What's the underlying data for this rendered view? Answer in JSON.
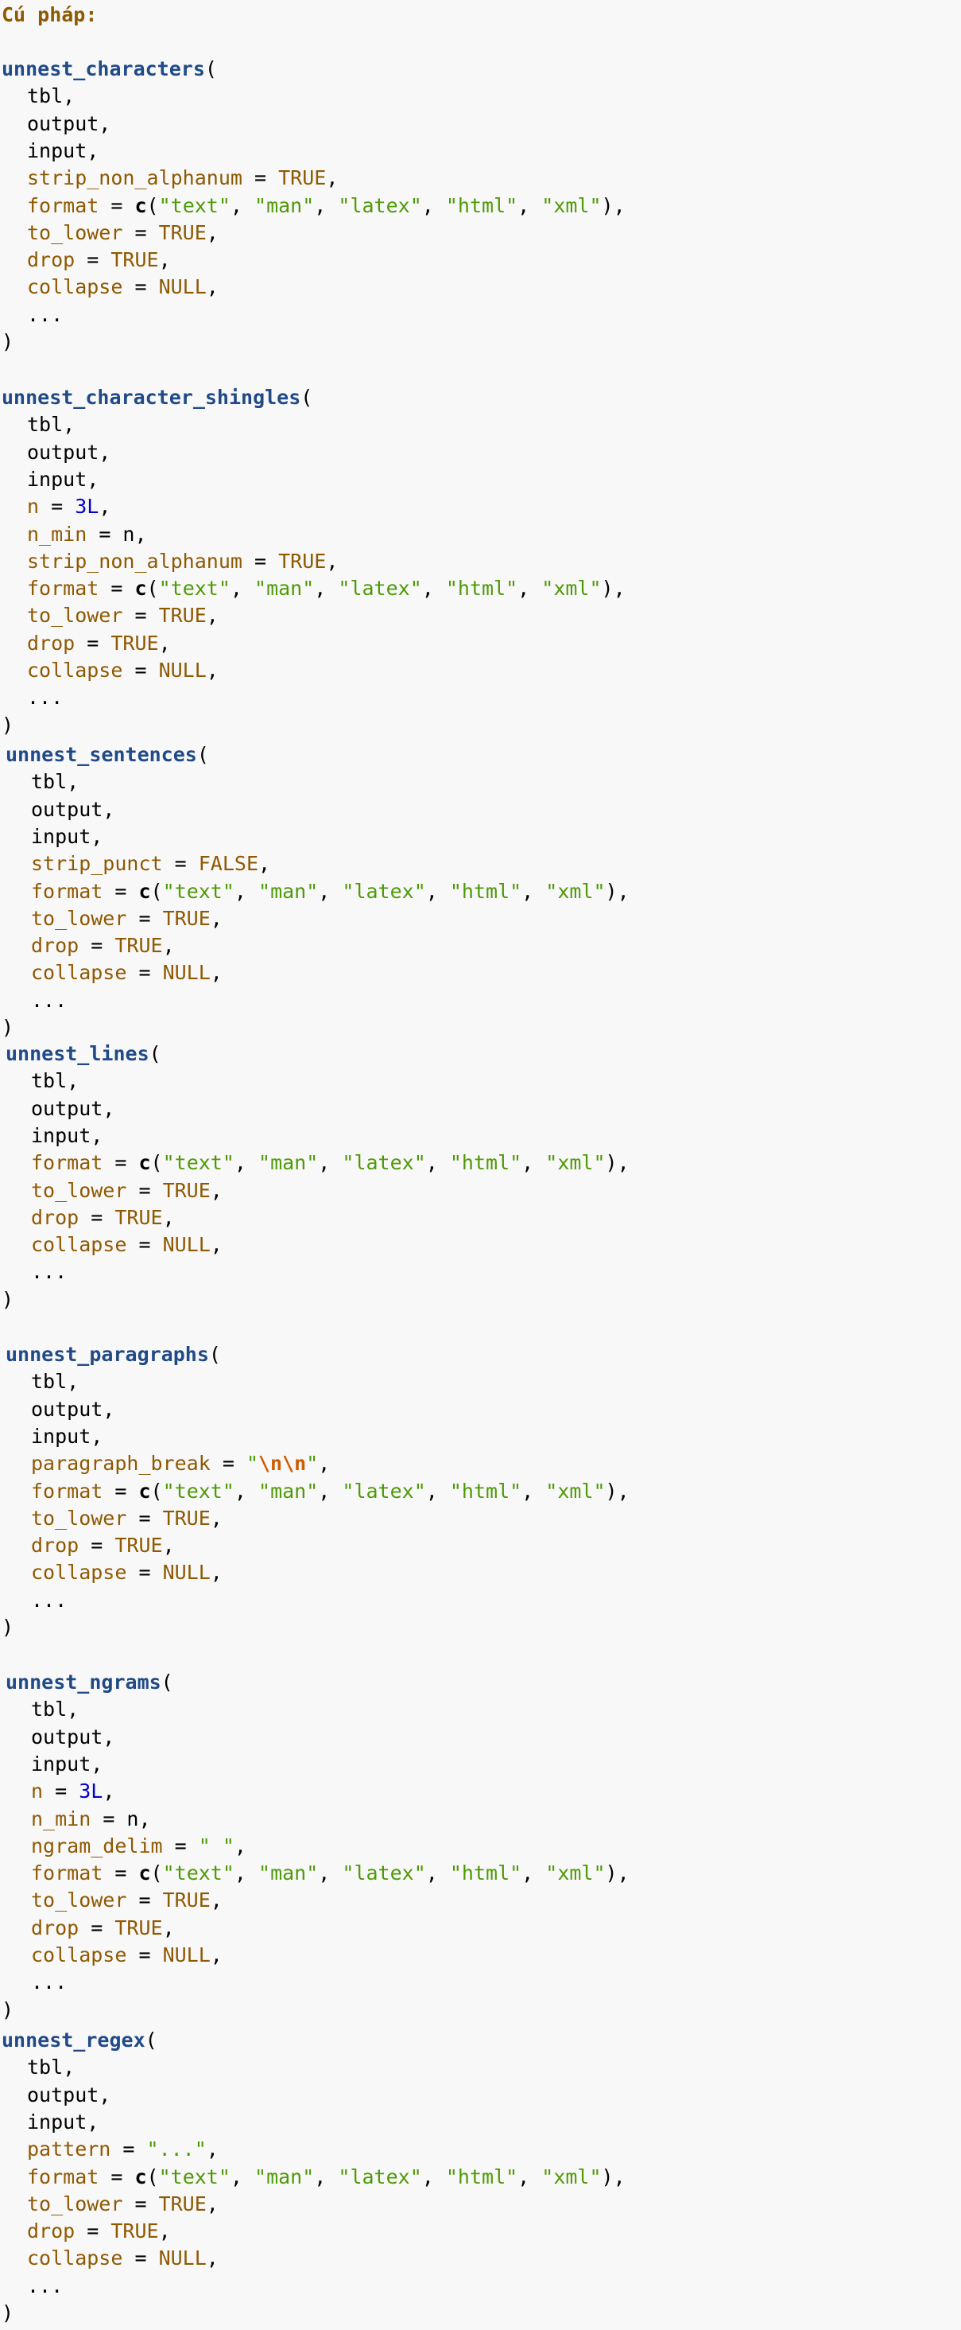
{
  "title": "Cú pháp:",
  "colors": {
    "background": "#f8f8f8",
    "function": "#204a87",
    "argument": "#8f5902",
    "constant": "#8f5902",
    "number": "#0000cf",
    "string": "#4e9a06",
    "escape": "#ce5c00"
  },
  "blocks": [
    {
      "indent": 0,
      "name": "unnest_characters",
      "lines": [
        [
          [
            "plain",
            "tbl,"
          ]
        ],
        [
          [
            "plain",
            "output,"
          ]
        ],
        [
          [
            "plain",
            "input,"
          ]
        ],
        [
          [
            "arg",
            "strip_non_alphanum"
          ],
          [
            "plain",
            " = "
          ],
          [
            "const",
            "TRUE"
          ],
          [
            "plain",
            ","
          ]
        ],
        [
          [
            "arg",
            "format"
          ],
          [
            "plain",
            " = "
          ],
          [
            "c",
            "c"
          ],
          [
            "plain",
            "("
          ],
          [
            "str",
            "\"text\""
          ],
          [
            "plain",
            ", "
          ],
          [
            "str",
            "\"man\""
          ],
          [
            "plain",
            ", "
          ],
          [
            "str",
            "\"latex\""
          ],
          [
            "plain",
            ", "
          ],
          [
            "str",
            "\"html\""
          ],
          [
            "plain",
            ", "
          ],
          [
            "str",
            "\"xml\""
          ],
          [
            "plain",
            "),"
          ]
        ],
        [
          [
            "arg",
            "to_lower"
          ],
          [
            "plain",
            " = "
          ],
          [
            "const",
            "TRUE"
          ],
          [
            "plain",
            ","
          ]
        ],
        [
          [
            "arg",
            "drop"
          ],
          [
            "plain",
            " = "
          ],
          [
            "const",
            "TRUE"
          ],
          [
            "plain",
            ","
          ]
        ],
        [
          [
            "arg",
            "collapse"
          ],
          [
            "plain",
            " = "
          ],
          [
            "const",
            "NULL"
          ],
          [
            "plain",
            ","
          ]
        ],
        [
          [
            "plain",
            "..."
          ]
        ]
      ]
    },
    {
      "indent": 0,
      "name": "unnest_character_shingles",
      "lines": [
        [
          [
            "plain",
            "tbl,"
          ]
        ],
        [
          [
            "plain",
            "output,"
          ]
        ],
        [
          [
            "plain",
            "input,"
          ]
        ],
        [
          [
            "arg",
            "n"
          ],
          [
            "plain",
            " = "
          ],
          [
            "num",
            "3L"
          ],
          [
            "plain",
            ","
          ]
        ],
        [
          [
            "arg",
            "n_min"
          ],
          [
            "plain",
            " = n,"
          ]
        ],
        [
          [
            "arg",
            "strip_non_alphanum"
          ],
          [
            "plain",
            " = "
          ],
          [
            "const",
            "TRUE"
          ],
          [
            "plain",
            ","
          ]
        ],
        [
          [
            "arg",
            "format"
          ],
          [
            "plain",
            " = "
          ],
          [
            "c",
            "c"
          ],
          [
            "plain",
            "("
          ],
          [
            "str",
            "\"text\""
          ],
          [
            "plain",
            ", "
          ],
          [
            "str",
            "\"man\""
          ],
          [
            "plain",
            ", "
          ],
          [
            "str",
            "\"latex\""
          ],
          [
            "plain",
            ", "
          ],
          [
            "str",
            "\"html\""
          ],
          [
            "plain",
            ", "
          ],
          [
            "str",
            "\"xml\""
          ],
          [
            "plain",
            "),"
          ]
        ],
        [
          [
            "arg",
            "to_lower"
          ],
          [
            "plain",
            " = "
          ],
          [
            "const",
            "TRUE"
          ],
          [
            "plain",
            ","
          ]
        ],
        [
          [
            "arg",
            "drop"
          ],
          [
            "plain",
            " = "
          ],
          [
            "const",
            "TRUE"
          ],
          [
            "plain",
            ","
          ]
        ],
        [
          [
            "arg",
            "collapse"
          ],
          [
            "plain",
            " = "
          ],
          [
            "const",
            "NULL"
          ],
          [
            "plain",
            ","
          ]
        ],
        [
          [
            "plain",
            "..."
          ]
        ]
      ]
    },
    {
      "indent": 1,
      "name": "unnest_sentences",
      "lines": [
        [
          [
            "plain",
            "tbl,"
          ]
        ],
        [
          [
            "plain",
            "output,"
          ]
        ],
        [
          [
            "plain",
            "input,"
          ]
        ],
        [
          [
            "arg",
            "strip_punct"
          ],
          [
            "plain",
            " = "
          ],
          [
            "const",
            "FALSE"
          ],
          [
            "plain",
            ","
          ]
        ],
        [
          [
            "arg",
            "format"
          ],
          [
            "plain",
            " = "
          ],
          [
            "c",
            "c"
          ],
          [
            "plain",
            "("
          ],
          [
            "str",
            "\"text\""
          ],
          [
            "plain",
            ", "
          ],
          [
            "str",
            "\"man\""
          ],
          [
            "plain",
            ", "
          ],
          [
            "str",
            "\"latex\""
          ],
          [
            "plain",
            ", "
          ],
          [
            "str",
            "\"html\""
          ],
          [
            "plain",
            ", "
          ],
          [
            "str",
            "\"xml\""
          ],
          [
            "plain",
            "),"
          ]
        ],
        [
          [
            "arg",
            "to_lower"
          ],
          [
            "plain",
            " = "
          ],
          [
            "const",
            "TRUE"
          ],
          [
            "plain",
            ","
          ]
        ],
        [
          [
            "arg",
            "drop"
          ],
          [
            "plain",
            " = "
          ],
          [
            "const",
            "TRUE"
          ],
          [
            "plain",
            ","
          ]
        ],
        [
          [
            "arg",
            "collapse"
          ],
          [
            "plain",
            " = "
          ],
          [
            "const",
            "NULL"
          ],
          [
            "plain",
            ","
          ]
        ],
        [
          [
            "plain",
            "..."
          ]
        ]
      ]
    },
    {
      "indent": 1,
      "name": "unnest_lines",
      "lines": [
        [
          [
            "plain",
            "tbl,"
          ]
        ],
        [
          [
            "plain",
            "output,"
          ]
        ],
        [
          [
            "plain",
            "input,"
          ]
        ],
        [
          [
            "arg",
            "format"
          ],
          [
            "plain",
            " = "
          ],
          [
            "c",
            "c"
          ],
          [
            "plain",
            "("
          ],
          [
            "str",
            "\"text\""
          ],
          [
            "plain",
            ", "
          ],
          [
            "str",
            "\"man\""
          ],
          [
            "plain",
            ", "
          ],
          [
            "str",
            "\"latex\""
          ],
          [
            "plain",
            ", "
          ],
          [
            "str",
            "\"html\""
          ],
          [
            "plain",
            ", "
          ],
          [
            "str",
            "\"xml\""
          ],
          [
            "plain",
            "),"
          ]
        ],
        [
          [
            "arg",
            "to_lower"
          ],
          [
            "plain",
            " = "
          ],
          [
            "const",
            "TRUE"
          ],
          [
            "plain",
            ","
          ]
        ],
        [
          [
            "arg",
            "drop"
          ],
          [
            "plain",
            " = "
          ],
          [
            "const",
            "TRUE"
          ],
          [
            "plain",
            ","
          ]
        ],
        [
          [
            "arg",
            "collapse"
          ],
          [
            "plain",
            " = "
          ],
          [
            "const",
            "NULL"
          ],
          [
            "plain",
            ","
          ]
        ],
        [
          [
            "plain",
            "..."
          ]
        ]
      ]
    },
    {
      "indent": 1,
      "name": "unnest_paragraphs",
      "lines": [
        [
          [
            "plain",
            "tbl,"
          ]
        ],
        [
          [
            "plain",
            "output,"
          ]
        ],
        [
          [
            "plain",
            "input,"
          ]
        ],
        [
          [
            "arg",
            "paragraph_break"
          ],
          [
            "plain",
            " = "
          ],
          [
            "str",
            "\""
          ],
          [
            "esc",
            "\\n\\n"
          ],
          [
            "str",
            "\""
          ],
          [
            "plain",
            ","
          ]
        ],
        [
          [
            "arg",
            "format"
          ],
          [
            "plain",
            " = "
          ],
          [
            "c",
            "c"
          ],
          [
            "plain",
            "("
          ],
          [
            "str",
            "\"text\""
          ],
          [
            "plain",
            ", "
          ],
          [
            "str",
            "\"man\""
          ],
          [
            "plain",
            ", "
          ],
          [
            "str",
            "\"latex\""
          ],
          [
            "plain",
            ", "
          ],
          [
            "str",
            "\"html\""
          ],
          [
            "plain",
            ", "
          ],
          [
            "str",
            "\"xml\""
          ],
          [
            "plain",
            "),"
          ]
        ],
        [
          [
            "arg",
            "to_lower"
          ],
          [
            "plain",
            " = "
          ],
          [
            "const",
            "TRUE"
          ],
          [
            "plain",
            ","
          ]
        ],
        [
          [
            "arg",
            "drop"
          ],
          [
            "plain",
            " = "
          ],
          [
            "const",
            "TRUE"
          ],
          [
            "plain",
            ","
          ]
        ],
        [
          [
            "arg",
            "collapse"
          ],
          [
            "plain",
            " = "
          ],
          [
            "const",
            "NULL"
          ],
          [
            "plain",
            ","
          ]
        ],
        [
          [
            "plain",
            "..."
          ]
        ]
      ]
    },
    {
      "indent": 1,
      "name": "unnest_ngrams",
      "lines": [
        [
          [
            "plain",
            "tbl,"
          ]
        ],
        [
          [
            "plain",
            "output,"
          ]
        ],
        [
          [
            "plain",
            "input,"
          ]
        ],
        [
          [
            "arg",
            "n"
          ],
          [
            "plain",
            " = "
          ],
          [
            "num",
            "3L"
          ],
          [
            "plain",
            ","
          ]
        ],
        [
          [
            "arg",
            "n_min"
          ],
          [
            "plain",
            " = n,"
          ]
        ],
        [
          [
            "arg",
            "ngram_delim"
          ],
          [
            "plain",
            " = "
          ],
          [
            "str",
            "\" \""
          ],
          [
            "plain",
            ","
          ]
        ],
        [
          [
            "arg",
            "format"
          ],
          [
            "plain",
            " = "
          ],
          [
            "c",
            "c"
          ],
          [
            "plain",
            "("
          ],
          [
            "str",
            "\"text\""
          ],
          [
            "plain",
            ", "
          ],
          [
            "str",
            "\"man\""
          ],
          [
            "plain",
            ", "
          ],
          [
            "str",
            "\"latex\""
          ],
          [
            "plain",
            ", "
          ],
          [
            "str",
            "\"html\""
          ],
          [
            "plain",
            ", "
          ],
          [
            "str",
            "\"xml\""
          ],
          [
            "plain",
            "),"
          ]
        ],
        [
          [
            "arg",
            "to_lower"
          ],
          [
            "plain",
            " = "
          ],
          [
            "const",
            "TRUE"
          ],
          [
            "plain",
            ","
          ]
        ],
        [
          [
            "arg",
            "drop"
          ],
          [
            "plain",
            " = "
          ],
          [
            "const",
            "TRUE"
          ],
          [
            "plain",
            ","
          ]
        ],
        [
          [
            "arg",
            "collapse"
          ],
          [
            "plain",
            " = "
          ],
          [
            "const",
            "NULL"
          ],
          [
            "plain",
            ","
          ]
        ],
        [
          [
            "plain",
            "..."
          ]
        ]
      ]
    },
    {
      "indent": 0,
      "name": "unnest_regex",
      "lines": [
        [
          [
            "plain",
            "tbl,"
          ]
        ],
        [
          [
            "plain",
            "output,"
          ]
        ],
        [
          [
            "plain",
            "input,"
          ]
        ],
        [
          [
            "arg",
            "pattern"
          ],
          [
            "plain",
            " = "
          ],
          [
            "str",
            "\"...\""
          ],
          [
            "plain",
            ","
          ]
        ],
        [
          [
            "arg",
            "format"
          ],
          [
            "plain",
            " = "
          ],
          [
            "c",
            "c"
          ],
          [
            "plain",
            "("
          ],
          [
            "str",
            "\"text\""
          ],
          [
            "plain",
            ", "
          ],
          [
            "str",
            "\"man\""
          ],
          [
            "plain",
            ", "
          ],
          [
            "str",
            "\"latex\""
          ],
          [
            "plain",
            ", "
          ],
          [
            "str",
            "\"html\""
          ],
          [
            "plain",
            ", "
          ],
          [
            "str",
            "\"xml\""
          ],
          [
            "plain",
            "),"
          ]
        ],
        [
          [
            "arg",
            "to_lower"
          ],
          [
            "plain",
            " = "
          ],
          [
            "const",
            "TRUE"
          ],
          [
            "plain",
            ","
          ]
        ],
        [
          [
            "arg",
            "drop"
          ],
          [
            "plain",
            " = "
          ],
          [
            "const",
            "TRUE"
          ],
          [
            "plain",
            ","
          ]
        ],
        [
          [
            "arg",
            "collapse"
          ],
          [
            "plain",
            " = "
          ],
          [
            "const",
            "NULL"
          ],
          [
            "plain",
            ","
          ]
        ],
        [
          [
            "plain",
            "..."
          ]
        ]
      ]
    }
  ]
}
